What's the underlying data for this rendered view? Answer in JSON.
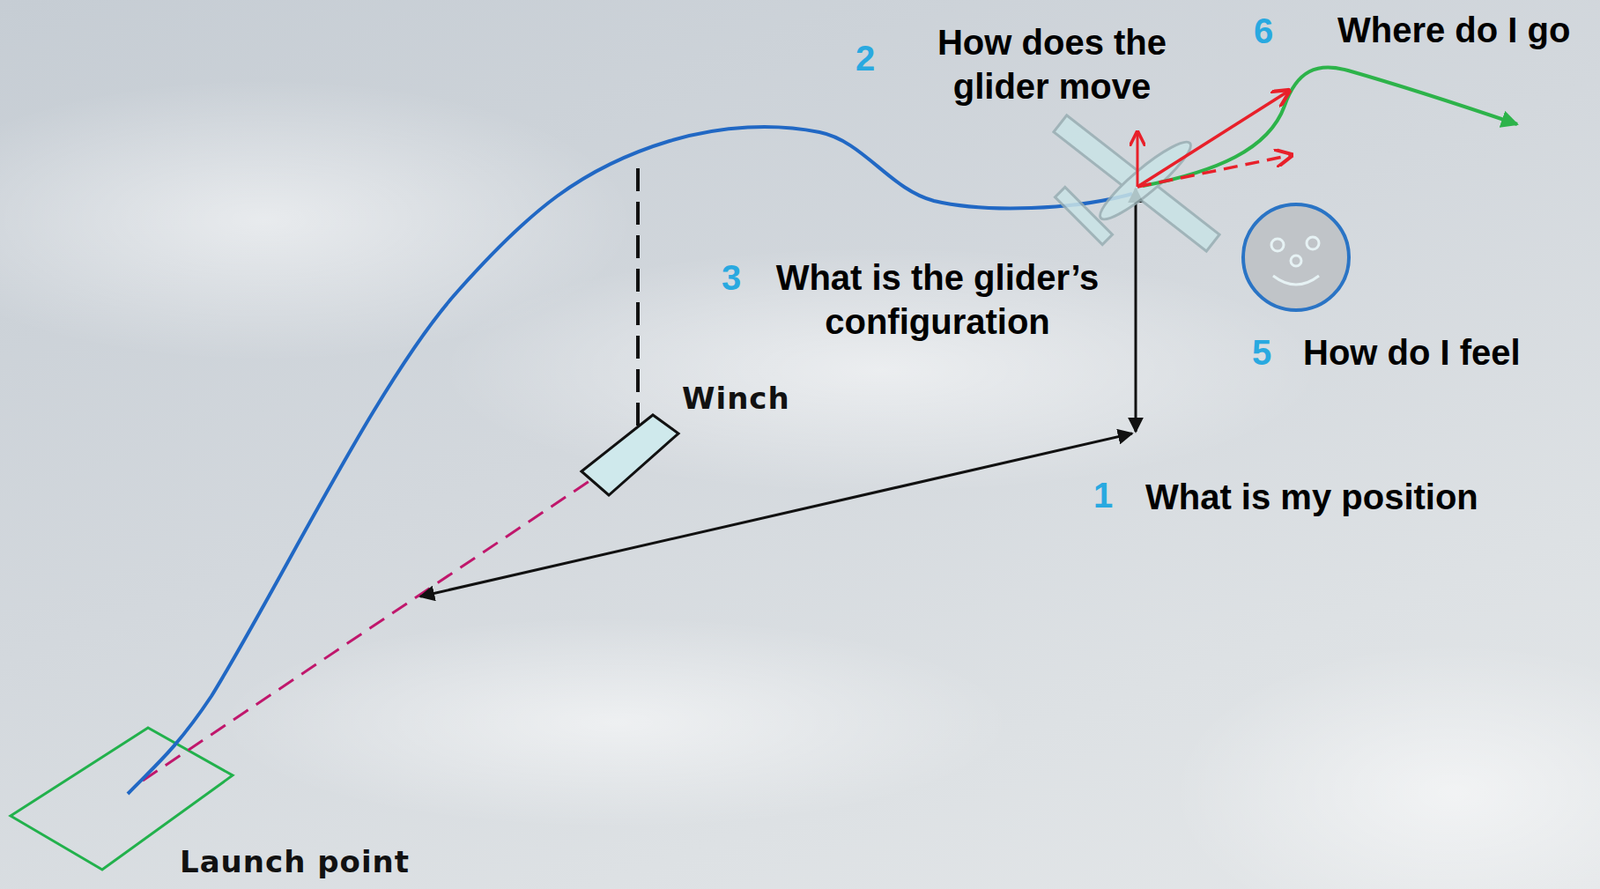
{
  "diagram": {
    "labels": [
      "2",
      "How does the glider move",
      "6",
      "Where do I go",
      "3",
      "What is the glider’s configuration",
      "5",
      "How do I feel",
      "1",
      "What is my position",
      "Winch",
      "Launch point"
    ]
  }
}
